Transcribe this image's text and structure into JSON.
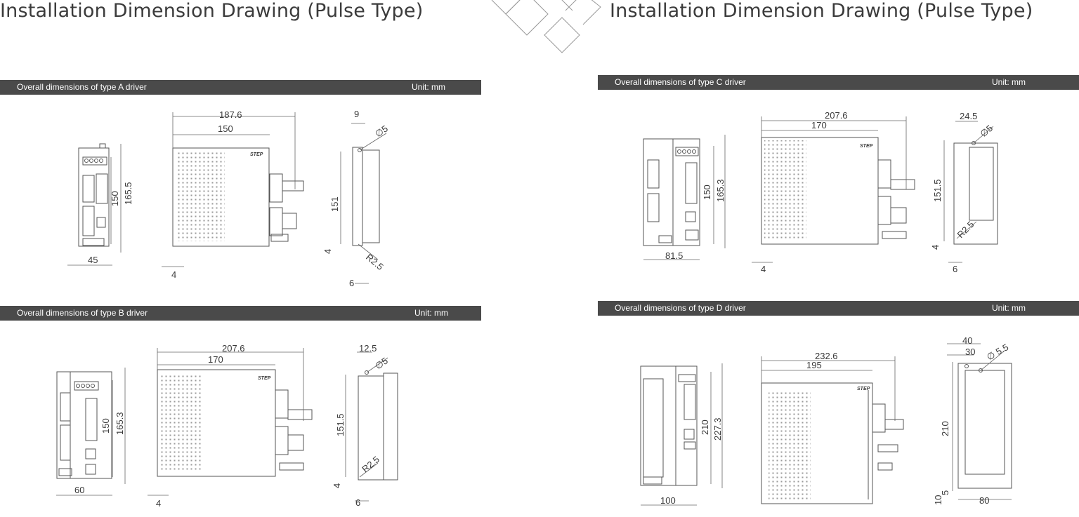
{
  "titles": {
    "left": "Installation Dimension Drawing (Pulse Type)",
    "right": "Installation Dimension Drawing (Pulse Type)"
  },
  "sections": {
    "a": {
      "label": "Overall dimensions of type A driver",
      "unit": "Unit:  mm",
      "front": {
        "height_outer": "165.5",
        "height_inner": "150",
        "width": "45"
      },
      "side": {
        "length_outer": "187.6",
        "length_inner": "150",
        "offset": "4",
        "label": "STEP"
      },
      "rear": {
        "top": "9",
        "hole": "∅5",
        "height": "151",
        "bottom": "4",
        "radius": "R2.5",
        "depth": "6"
      }
    },
    "b": {
      "label": "Overall dimensions of type B driver",
      "unit": "Unit:  mm",
      "front": {
        "height_outer": "165.3",
        "height_inner": "150",
        "width": "60"
      },
      "side": {
        "length_outer": "207.6",
        "length_inner": "170",
        "offset": "4",
        "label": "STEP"
      },
      "rear": {
        "top": "12.5",
        "hole": "∅5",
        "height": "151.5",
        "bottom": "4",
        "radius": "R2.5",
        "depth": "6"
      }
    },
    "c": {
      "label": "Overall dimensions of type C driver",
      "unit": "Unit:  mm",
      "front": {
        "height_outer": "165.3",
        "height_inner": "150",
        "width": "81.5"
      },
      "side": {
        "length_outer": "207.6",
        "length_inner": "170",
        "offset": "4",
        "label": "STEP"
      },
      "rear": {
        "top": "24.5",
        "hole": "∅5",
        "height": "151.5",
        "bottom": "4",
        "radius": "R2.5",
        "depth": "6"
      }
    },
    "d": {
      "label": "Overall dimensions of type D driver",
      "unit": "Unit:  mm",
      "front": {
        "height_outer": "227.3",
        "height_inner": "210",
        "width": "100"
      },
      "side": {
        "length_outer": "232.6",
        "length_inner": "195",
        "label": "STEP"
      },
      "rear": {
        "top_outer": "40",
        "top_inner": "30",
        "hole": "∅ 5.5",
        "height": "210",
        "small": "5",
        "bottom": "10",
        "width": "80"
      }
    }
  }
}
